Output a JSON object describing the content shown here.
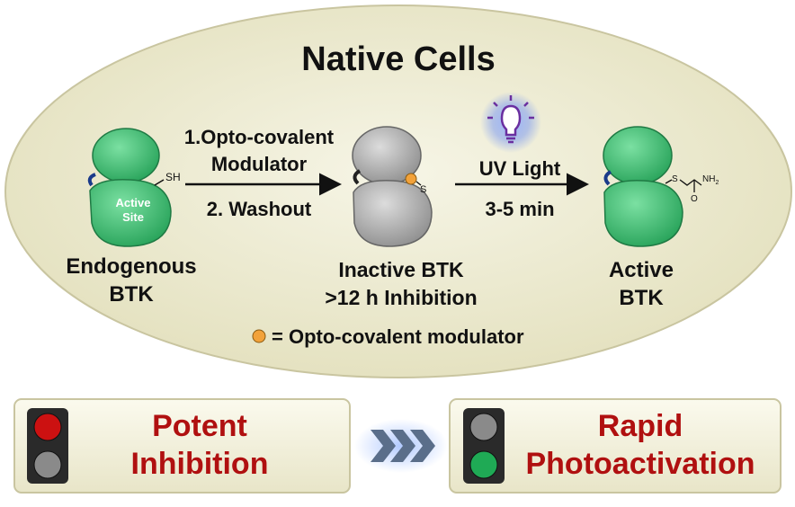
{
  "title": "Native Cells",
  "left_protein": {
    "label_line1": "Endogenous",
    "label_line2": "BTK",
    "active_site_line1": "Active",
    "active_site_line2": "Site",
    "thiol": "SH"
  },
  "step1": {
    "line1": "1.Opto-covalent",
    "line2": "Modulator",
    "line3": "2. Washout"
  },
  "middle_protein": {
    "label_line1": "Inactive BTK",
    "label_line2": ">12 h Inhibition",
    "thiol": "S"
  },
  "step2": {
    "line1": "UV Light",
    "line2": "3-5 min"
  },
  "right_protein": {
    "label_line1": "Active",
    "label_line2": "BTK",
    "sulfur": "S",
    "oxygen": "O",
    "amine": "NH",
    "amine_subscript": "2"
  },
  "legend": {
    "text": "= Opto-covalent modulator",
    "marker_color": "#f2a23a"
  },
  "bottom_left": {
    "line1": "Potent",
    "line2": "Inhibition",
    "light_top": "#cc1111",
    "light_bottom": "#8a8a8a"
  },
  "bottom_right": {
    "line1": "Rapid",
    "line2": "Photoactivation",
    "light_top": "#8a8a8a",
    "light_bottom": "#1faa55"
  },
  "icons": {
    "lightbulb": "lightbulb-icon",
    "chevrons": "triple-chevron-icon",
    "traffic_light": "traffic-light-icon"
  },
  "colors": {
    "ellipse_fill": "#efedd4",
    "protein_green": "#3fbf73",
    "protein_gray": "#a9a9a9",
    "text_red": "#b01010",
    "chevron": "#5a6e8a"
  }
}
